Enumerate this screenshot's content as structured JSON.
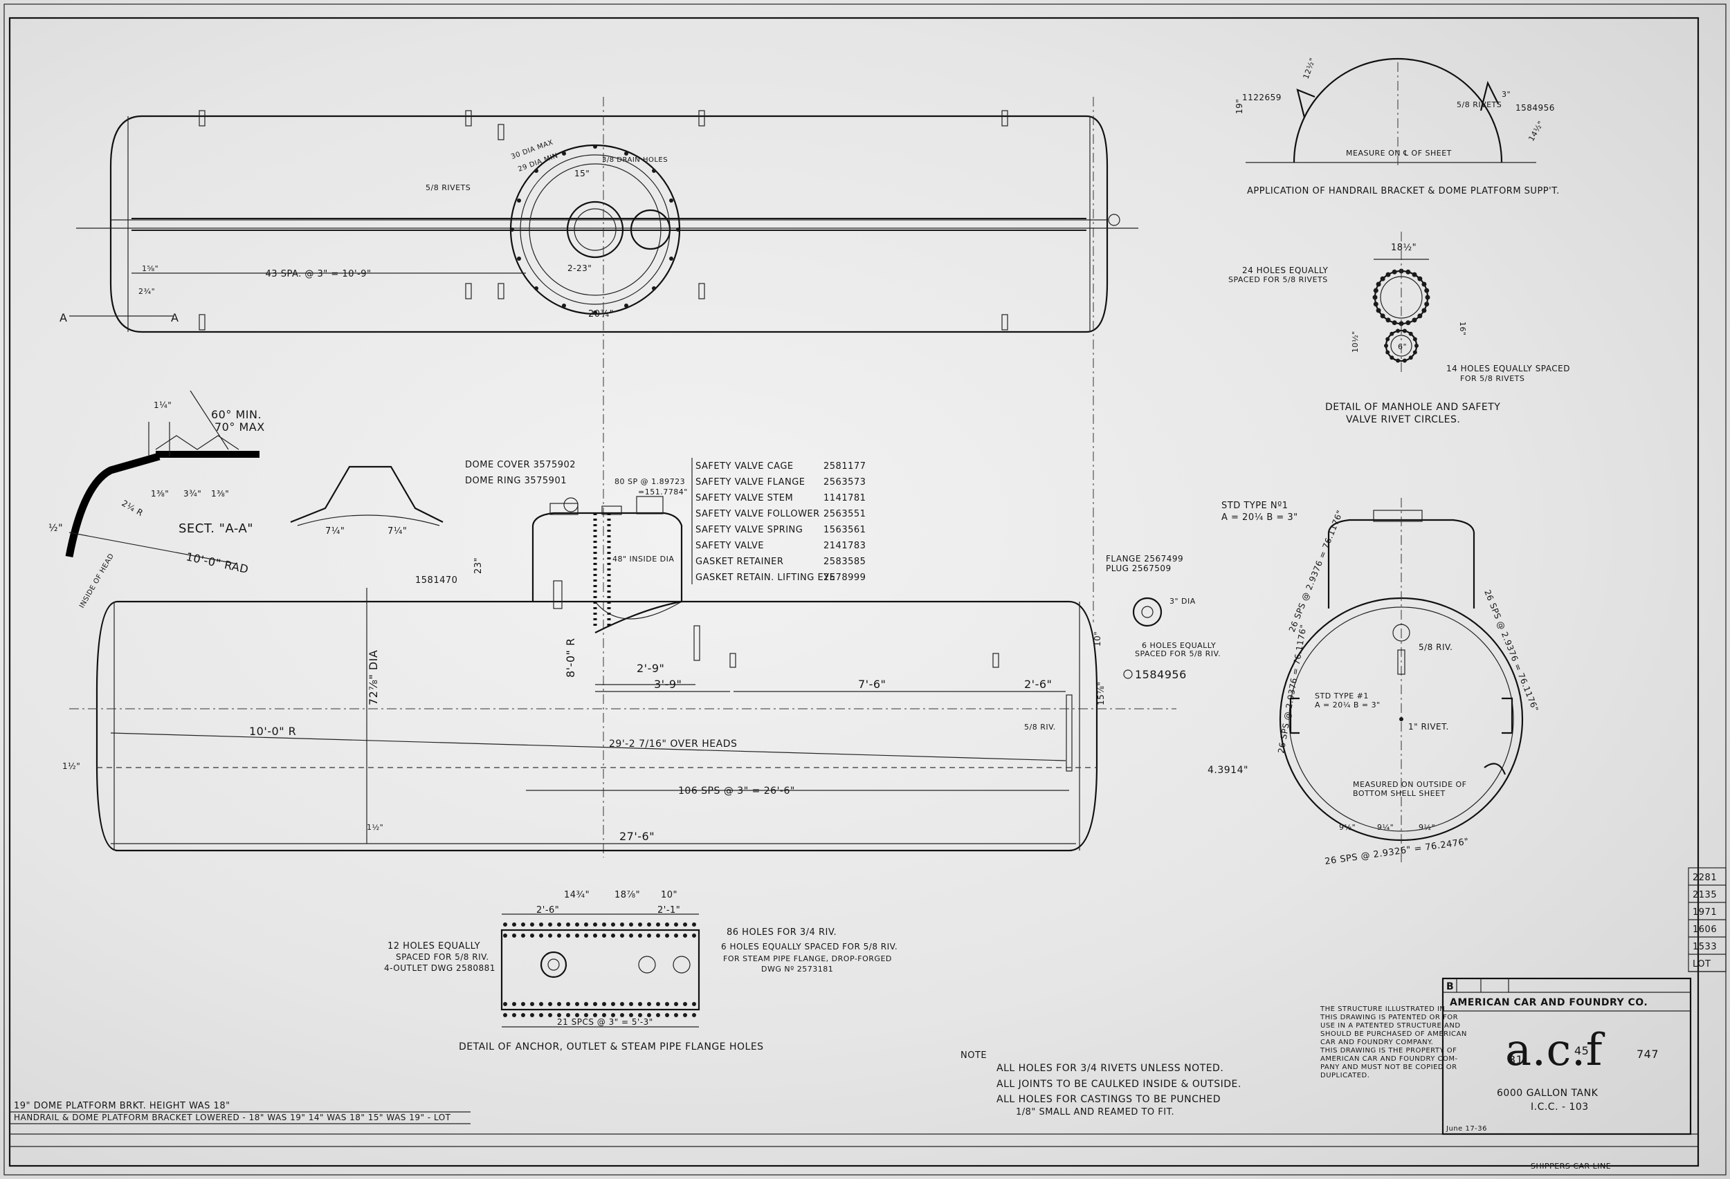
{
  "plan": {
    "spacing": "43 SPA. @ 3\" = 10'-9\"",
    "dim_20": "20¾\"",
    "dim_15": "15\"",
    "dim_2_23": "2-23\"",
    "rivets_note": "5/8 RIVETS",
    "dia_max": "30 DIA MAX",
    "dia_min": "29 DIA MIN",
    "drain_holes": "3/8 DRAIN HOLES",
    "end_dim_1": "1⅝\"",
    "end_dim_2": "2¾\"",
    "sec_a1": "A",
    "sec_a2": "A"
  },
  "handrail": {
    "caption": "APPLICATION OF HANDRAIL BRACKET & DOME PLATFORM SUPP'T.",
    "part_left": "1122659",
    "part_right": "1584956",
    "rivets": "5/8 RIVETS",
    "measure": "MEASURE ON ℄ OF SHEET",
    "dim_left": "19\"",
    "dim_top": "12½\"",
    "dim_right": "14½\"",
    "dim_3": "3\""
  },
  "manhole": {
    "caption_1": "DETAIL OF MANHOLE AND SAFETY",
    "caption_2": "VALVE RIVET CIRCLES.",
    "dim_top": "18½\"",
    "holes_24_1": "24 HOLES EQUALLY",
    "holes_24_2": "SPACED FOR 5/8 RIVETS",
    "holes_14_1": "14 HOLES EQUALLY SPACED",
    "holes_14_2": "FOR 5/8 RIVETS",
    "dim_16": "16\"",
    "dim_10": "10½\"",
    "dim_6": "6\""
  },
  "section": {
    "dim_1": "1¼\"",
    "angle_min": "60° MIN.",
    "angle_max": "70° MAX",
    "title": "SECT. \"A-A\"",
    "dim_r": "2¼ R",
    "dim_half": "½\"",
    "rad": "10'-0\" RAD",
    "d1": "1⅜\"",
    "d2": "3¾\"",
    "d3": "1⅜\""
  },
  "bracket": {
    "d1": "7¼\"",
    "d2": "7¼\""
  },
  "parts": {
    "dome_cover": "DOME COVER 3575902",
    "dome_ring": "DOME RING 3575901",
    "sp": "80 SP @ 1.89723",
    "sp2": "=151.7784\"",
    "items": [
      {
        "label": "SAFETY VALVE CAGE",
        "num": "2581177"
      },
      {
        "label": "SAFETY VALVE FLANGE",
        "num": "2563573"
      },
      {
        "label": "SAFETY VALVE STEM",
        "num": "1141781"
      },
      {
        "label": "SAFETY VALVE FOLLOWER",
        "num": "2563551"
      },
      {
        "label": "SAFETY VALVE SPRING",
        "num": "1563561"
      },
      {
        "label": "SAFETY VALVE",
        "num": "2141783"
      },
      {
        "label": "GASKET RETAINER",
        "num": "2583585"
      },
      {
        "label": "GASKET RETAIN. LIFTING EYE",
        "num": "2578999"
      }
    ]
  },
  "elevation": {
    "dia": "72⅞\" DIA",
    "r_upper": "8'-0\" R",
    "r_lower": "10'-0\" R",
    "d_29": "2'-9\"",
    "d_39": "3'-9\"",
    "d_76": "7'-6\"",
    "d_26": "2'-6\"",
    "over_heads": "29'-2 7/16\" OVER HEADS",
    "sps": "106 SPS @ 3\" = 26'-6\"",
    "overall": "27'-6\"",
    "part_1581470": "1581470",
    "part_1584956": "1584956",
    "flange": "FLANGE 2567499",
    "plug": "PLUG 2567509",
    "dia_3": "3\" DIA",
    "six_holes_1": "6 HOLES EQUALLY",
    "six_holes_2": "SPACED FOR 5/8 RIV.",
    "riv_58": "5/8 RIV.",
    "inside_dia": "48\" INSIDE DIA",
    "inside_head": "INSIDE OF HEAD",
    "d_23": "23\"",
    "d_15": "15⅞\"",
    "d_10": "10\"",
    "d_1half": "1½\"",
    "d_1half_b": "1½\""
  },
  "endview": {
    "std_type_1": "STD TYPE Nº1",
    "std_type_2": "A = 20¼  B = 3\"",
    "std_type_b1": "STD TYPE #1",
    "std_type_b2": "A = 20¼  B = 3\"",
    "sps_right": "26 SPS @ 2.9376 = 76.1176\"",
    "sps_left": "26 SPS @ 2.9376 = 76.1176\"",
    "sps_bottom": "26 SPS @ 2.9326\" = 76.2476\"",
    "riv": "5/8 RIV.",
    "rivet": "1\" RIVET.",
    "measured_1": "MEASURED ON OUTSIDE OF",
    "measured_2": "BOTTOM SHELL SHEET",
    "d_4391": "4.3914\"",
    "d_a": "9½\"",
    "d_b": "9¼\"",
    "d_c": "9½\""
  },
  "anchor": {
    "caption": "DETAIL OF ANCHOR, OUTLET & STEAM PIPE FLANGE HOLES",
    "d_14": "14¾\"",
    "d_18": "18⅞\"",
    "d_10": "10\"",
    "d_26": "2'-6\"",
    "d_21": "2'-1\"",
    "spacing": "21 SPCS @ 3\" = 5'-3\"",
    "holes_86": "86 HOLES FOR 3/4 RIV.",
    "holes_6_1": "6 HOLES EQUALLY SPACED FOR 5/8 RIV.",
    "holes_6_2": "FOR STEAM PIPE FLANGE, DROP-FORGED",
    "holes_6_3": "DWG Nº 2573181",
    "holes_12_1": "12 HOLES EQUALLY",
    "holes_12_2": "SPACED FOR 5/8 RIV.",
    "outlet": "4-OUTLET DWG 2580881"
  },
  "notes": {
    "title": "NOTE",
    "n1": "ALL HOLES FOR 3/4 RIVETS UNLESS NOTED.",
    "n2": "ALL JOINTS TO BE CAULKED INSIDE & OUTSIDE.",
    "n3": "ALL HOLES FOR CASTINGS TO BE PUNCHED",
    "n3b": "1/8\" SMALL AND REAMED TO FIT."
  },
  "revisions": {
    "r1": "19\" DOME PLATFORM BRKT. HEIGHT WAS 18\"",
    "r2": "HANDRAIL & DOME PLATFORM BRACKET LOWERED - 18\" WAS 19\"  14\" WAS 18\"  15\" WAS 19\" - LOT"
  },
  "lots": [
    "2281",
    "2135",
    "1971",
    "1606",
    "1533",
    "LOT"
  ],
  "title_block": {
    "letter": "B",
    "company": "AMERICAN CAR AND FOUNDRY CO.",
    "logo": "a.c.f",
    "num_left": "31",
    "num_mid": "45",
    "num_right": "747",
    "tank": "6000 GALLON TANK",
    "icc": "I.C.C. - 103",
    "date": "June 17-36",
    "legal": [
      "THE STRUCTURE ILLUSTRATED IN",
      "THIS DRAWING IS PATENTED OR FOR",
      "USE IN A PATENTED STRUCTURE AND",
      "SHOULD BE PURCHASED OF AMERICAN",
      "CAR AND FOUNDRY COMPANY.",
      "THIS DRAWING IS THE PROPERTY OF",
      "AMERICAN CAR AND FOUNDRY COM-",
      "PANY AND MUST NOT BE COPIED OR",
      "DUPLICATED."
    ]
  },
  "footer": {
    "shippers": "SHIPPERS CAR LINE"
  }
}
